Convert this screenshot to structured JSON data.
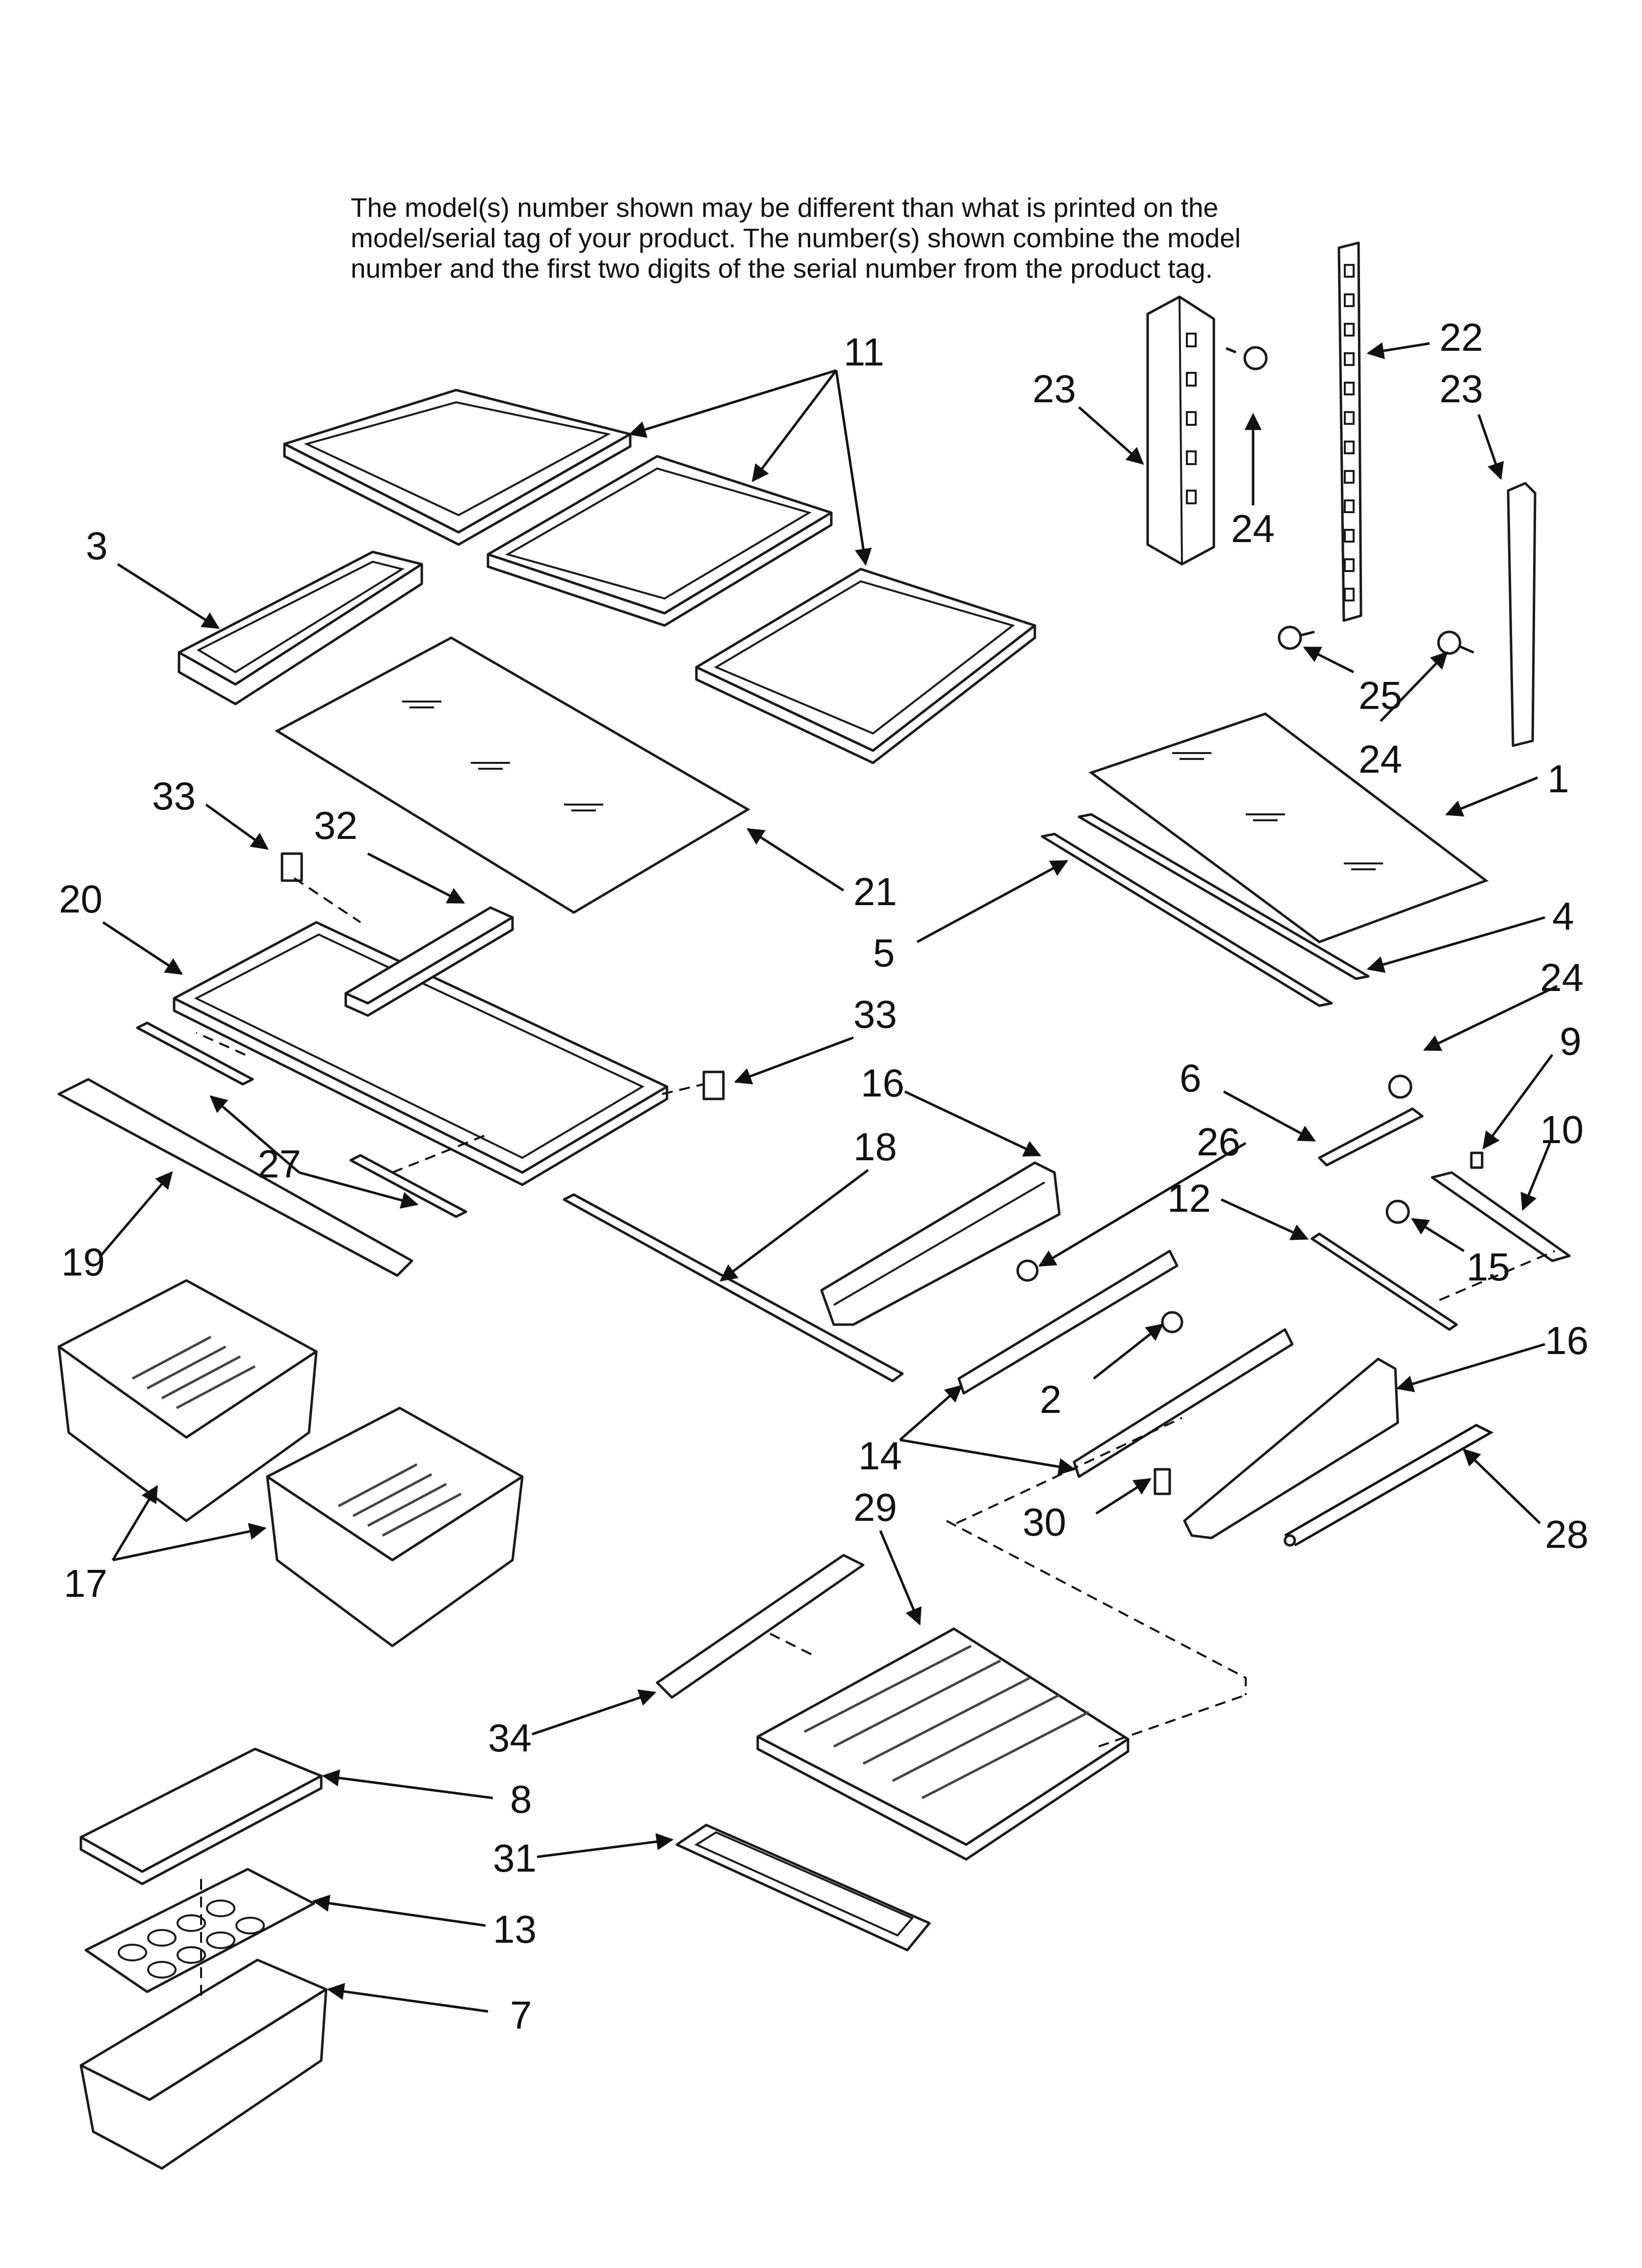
{
  "note": {
    "lines": [
      "The model(s) number shown may be different than what is printed on the",
      "model/serial tag of your product. The number(s) shown combine the model",
      "number and the first two digits of the serial number from the product tag."
    ]
  },
  "callouts": {
    "c1": "1",
    "c2": "2",
    "c3": "3",
    "c4": "4",
    "c5": "5",
    "c6": "6",
    "c7": "7",
    "c8": "8",
    "c9": "9",
    "c10": "10",
    "c11": "11",
    "c12": "12",
    "c13": "13",
    "c14": "14",
    "c15": "15",
    "c16a": "16",
    "c16b": "16",
    "c17": "17",
    "c18": "18",
    "c19": "19",
    "c20": "20",
    "c21": "21",
    "c22": "22",
    "c23a": "23",
    "c23b": "23",
    "c24a": "24",
    "c24b": "24",
    "c24c": "24",
    "c25": "25",
    "c26": "26",
    "c27": "27",
    "c28": "28",
    "c29": "29",
    "c30": "30",
    "c31": "31",
    "c32": "32",
    "c33a": "33",
    "c33b": "33",
    "c34": "34"
  }
}
